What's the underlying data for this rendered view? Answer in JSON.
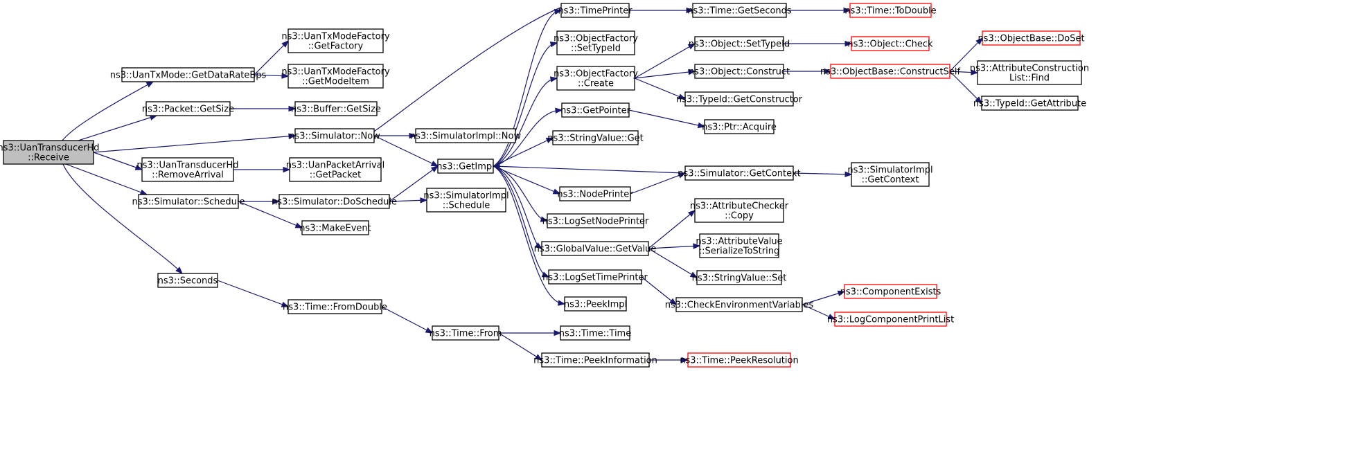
{
  "colors": {
    "edge": "#191970",
    "border_normal": "#000000",
    "border_truncated": "#ff0000",
    "fill_root": "#bfbfbf",
    "fill_normal": "#ffffff"
  },
  "nodes": [
    {
      "id": "root",
      "lines": [
        "ns3::UanTransducerHd",
        "::Receive"
      ],
      "style": "root"
    },
    {
      "id": "getdatarate",
      "lines": [
        "ns3::UanTxMode::GetDataRateBps"
      ],
      "style": "normal"
    },
    {
      "id": "packetgetsize",
      "lines": [
        "ns3::Packet::GetSize"
      ],
      "style": "normal"
    },
    {
      "id": "simnow",
      "lines": [
        "ns3::Simulator::Now"
      ],
      "style": "normal"
    },
    {
      "id": "removearrival",
      "lines": [
        "ns3::UanTransducerHd",
        "::RemoveArrival"
      ],
      "style": "normal"
    },
    {
      "id": "simschedule",
      "lines": [
        "ns3::Simulator::Schedule"
      ],
      "style": "normal"
    },
    {
      "id": "seconds",
      "lines": [
        "ns3::Seconds"
      ],
      "style": "normal"
    },
    {
      "id": "getfactory",
      "lines": [
        "ns3::UanTxModeFactory",
        "::GetFactory"
      ],
      "style": "normal"
    },
    {
      "id": "getmodeitem",
      "lines": [
        "ns3::UanTxModeFactory",
        "::GetModeItem"
      ],
      "style": "normal"
    },
    {
      "id": "buffergetsize",
      "lines": [
        "ns3::Buffer::GetSize"
      ],
      "style": "normal"
    },
    {
      "id": "getpacket",
      "lines": [
        "ns3::UanPacketArrival",
        "::GetPacket"
      ],
      "style": "normal"
    },
    {
      "id": "doschedule",
      "lines": [
        "ns3::Simulator::DoSchedule"
      ],
      "style": "normal"
    },
    {
      "id": "makeevent",
      "lines": [
        "ns3::MakeEvent"
      ],
      "style": "normal"
    },
    {
      "id": "fromdouble",
      "lines": [
        "ns3::Time::FromDouble"
      ],
      "style": "normal"
    },
    {
      "id": "simimplnow",
      "lines": [
        "ns3::SimulatorImpl::Now"
      ],
      "style": "normal"
    },
    {
      "id": "getimpl",
      "lines": [
        "ns3::GetImpl"
      ],
      "style": "normal"
    },
    {
      "id": "simimplschedule",
      "lines": [
        "ns3::SimulatorImpl",
        "::Schedule"
      ],
      "style": "normal"
    },
    {
      "id": "timefrom",
      "lines": [
        "ns3::Time::From"
      ],
      "style": "normal"
    },
    {
      "id": "timeprinter",
      "lines": [
        "ns3::TimePrinter"
      ],
      "style": "normal"
    },
    {
      "id": "settypeid",
      "lines": [
        "ns3::ObjectFactory",
        "::SetTypeId"
      ],
      "style": "normal"
    },
    {
      "id": "ofcreate",
      "lines": [
        "ns3::ObjectFactory",
        "::Create"
      ],
      "style": "normal"
    },
    {
      "id": "getpointer",
      "lines": [
        "ns3::GetPointer"
      ],
      "style": "normal"
    },
    {
      "id": "stringvalueget",
      "lines": [
        "ns3::StringValue::Get"
      ],
      "style": "normal"
    },
    {
      "id": "nodeprinter",
      "lines": [
        "ns3::NodePrinter"
      ],
      "style": "normal"
    },
    {
      "id": "logsetnodeprinter",
      "lines": [
        "ns3::LogSetNodePrinter"
      ],
      "style": "normal"
    },
    {
      "id": "gvgetvalue",
      "lines": [
        "ns3::GlobalValue::GetValue"
      ],
      "style": "normal"
    },
    {
      "id": "logsettimeprinter",
      "lines": [
        "ns3::LogSetTimePrinter"
      ],
      "style": "normal"
    },
    {
      "id": "peekimpl",
      "lines": [
        "ns3::PeekImpl"
      ],
      "style": "normal"
    },
    {
      "id": "timetime",
      "lines": [
        "ns3::Time::Time"
      ],
      "style": "normal"
    },
    {
      "id": "peekinfo",
      "lines": [
        "ns3::Time::PeekInformation"
      ],
      "style": "normal"
    },
    {
      "id": "timegetseconds",
      "lines": [
        "ns3::Time::GetSeconds"
      ],
      "style": "normal"
    },
    {
      "id": "objsettypeid",
      "lines": [
        "ns3::Object::SetTypeId"
      ],
      "style": "normal"
    },
    {
      "id": "objconstruct",
      "lines": [
        "ns3::Object::Construct"
      ],
      "style": "normal"
    },
    {
      "id": "typeidgetctor",
      "lines": [
        "ns3::TypeId::GetConstructor"
      ],
      "style": "normal"
    },
    {
      "id": "ptracquire",
      "lines": [
        "ns3::Ptr::Acquire"
      ],
      "style": "normal"
    },
    {
      "id": "simgetcontext",
      "lines": [
        "ns3::Simulator::GetContext"
      ],
      "style": "normal"
    },
    {
      "id": "attrcheckercopy",
      "lines": [
        "ns3::AttributeChecker",
        "::Copy"
      ],
      "style": "normal"
    },
    {
      "id": "attrvalueser",
      "lines": [
        "ns3::AttributeValue",
        "::SerializeToString"
      ],
      "style": "normal"
    },
    {
      "id": "stringvalueset",
      "lines": [
        "ns3::StringValue::Set"
      ],
      "style": "normal"
    },
    {
      "id": "checkenv",
      "lines": [
        "ns3::CheckEnvironmentVariables"
      ],
      "style": "normal"
    },
    {
      "id": "timetodouble",
      "lines": [
        "ns3::Time::ToDouble"
      ],
      "style": "truncated"
    },
    {
      "id": "objcheck",
      "lines": [
        "ns3::Object::Check"
      ],
      "style": "truncated"
    },
    {
      "id": "constructself",
      "lines": [
        "ns3::ObjectBase::ConstructSelf"
      ],
      "style": "truncated"
    },
    {
      "id": "simimplgetcontext",
      "lines": [
        "ns3::SimulatorImpl",
        "::GetContext"
      ],
      "style": "normal"
    },
    {
      "id": "componentexists",
      "lines": [
        "ns3::ComponentExists"
      ],
      "style": "truncated"
    },
    {
      "id": "logcomponentprintlist",
      "lines": [
        "ns3::LogComponentPrintList"
      ],
      "style": "truncated"
    },
    {
      "id": "peekresolution",
      "lines": [
        "ns3::Time::PeekResolution"
      ],
      "style": "truncated"
    },
    {
      "id": "doset",
      "lines": [
        "ns3::ObjectBase::DoSet"
      ],
      "style": "truncated"
    },
    {
      "id": "attrconstrfind",
      "lines": [
        "ns3::AttributeConstruction",
        "List::Find"
      ],
      "style": "normal"
    },
    {
      "id": "typeidgetattr",
      "lines": [
        "ns3::TypeId::GetAttribute"
      ],
      "style": "normal"
    }
  ]
}
